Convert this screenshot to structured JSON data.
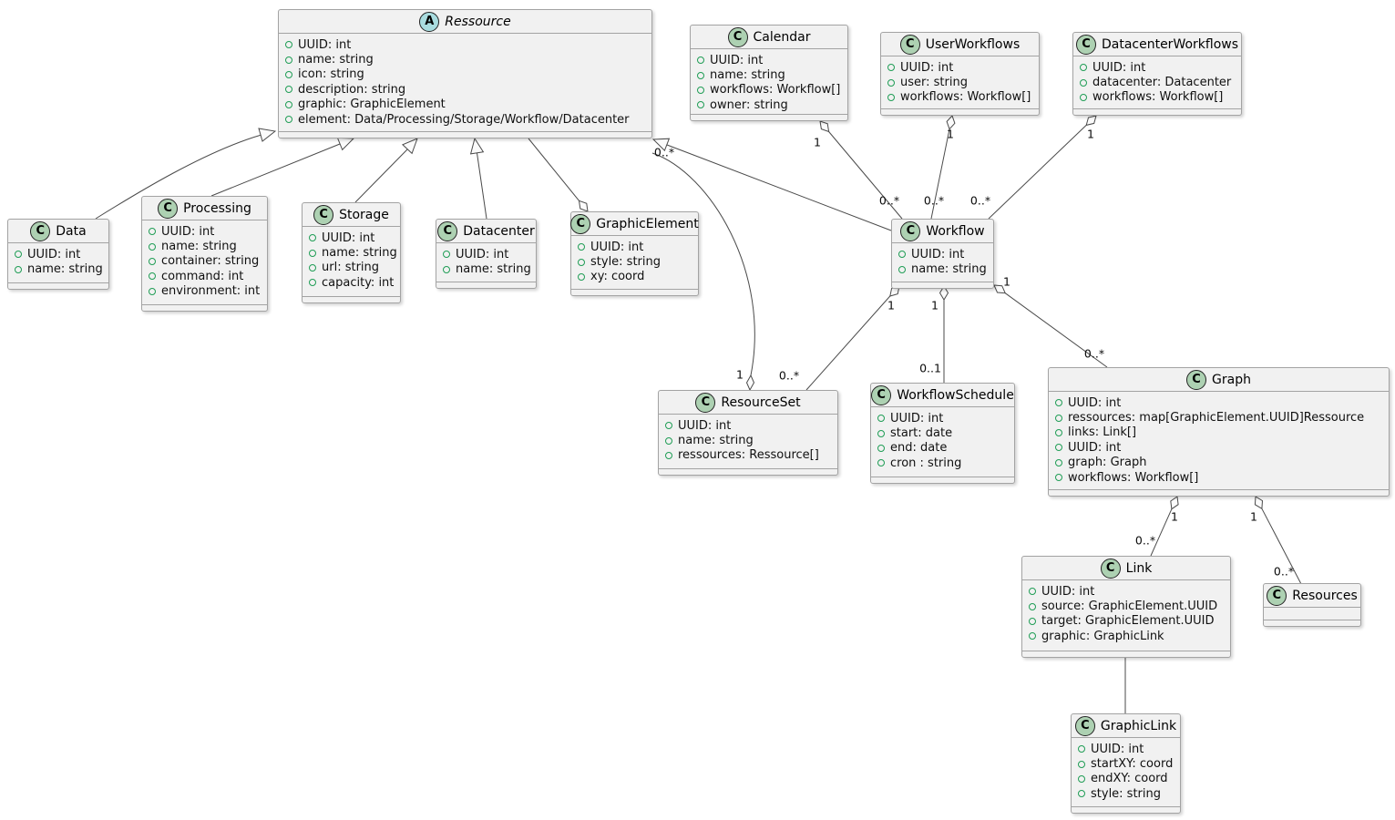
{
  "diagram_type": "uml-class-diagram",
  "classes": [
    {
      "id": "ressource",
      "stereotype": "A",
      "name": "Ressource",
      "attributes": [
        "UUID: int",
        "name: string",
        "icon: string",
        "description: string",
        "graphic: GraphicElement",
        "element: Data/Processing/Storage/Workflow/Datacenter"
      ]
    },
    {
      "id": "calendar",
      "stereotype": "C",
      "name": "Calendar",
      "attributes": [
        "UUID: int",
        "name: string",
        "workflows: Workflow[]",
        "owner: string"
      ]
    },
    {
      "id": "user-workflows",
      "stereotype": "C",
      "name": "UserWorkflows",
      "attributes": [
        "UUID: int",
        "user: string",
        "workflows: Workflow[]"
      ]
    },
    {
      "id": "datacenter-workflows",
      "stereotype": "C",
      "name": "DatacenterWorkflows",
      "attributes": [
        "UUID: int",
        "datacenter: Datacenter",
        "workflows: Workflow[]"
      ]
    },
    {
      "id": "data",
      "stereotype": "C",
      "name": "Data",
      "attributes": [
        "UUID: int",
        "name: string"
      ]
    },
    {
      "id": "processing",
      "stereotype": "C",
      "name": "Processing",
      "attributes": [
        "UUID: int",
        "name: string",
        "container: string",
        "command: int",
        "environment: int"
      ]
    },
    {
      "id": "storage",
      "stereotype": "C",
      "name": "Storage",
      "attributes": [
        "UUID: int",
        "name: string",
        "url: string",
        "capacity: int"
      ]
    },
    {
      "id": "datacenter",
      "stereotype": "C",
      "name": "Datacenter",
      "attributes": [
        "UUID: int",
        "name: string"
      ]
    },
    {
      "id": "graphic-element",
      "stereotype": "C",
      "name": "GraphicElement",
      "attributes": [
        "UUID: int",
        "style: string",
        "xy: coord"
      ]
    },
    {
      "id": "workflow",
      "stereotype": "C",
      "name": "Workflow",
      "attributes": [
        "UUID: int",
        "name: string"
      ]
    },
    {
      "id": "resource-set",
      "stereotype": "C",
      "name": "ResourceSet",
      "attributes": [
        "UUID: int",
        "name: string",
        "ressources: Ressource[]"
      ]
    },
    {
      "id": "workflow-schedule",
      "stereotype": "C",
      "name": "WorkflowSchedule",
      "attributes": [
        "UUID: int",
        "start: date",
        "end: date",
        "cron : string"
      ]
    },
    {
      "id": "graph",
      "stereotype": "C",
      "name": "Graph",
      "attributes": [
        "UUID: int",
        "ressources: map[GraphicElement.UUID]Ressource",
        "links: Link[]",
        "UUID: int",
        "graph: Graph",
        "workflows: Workflow[]"
      ]
    },
    {
      "id": "link",
      "stereotype": "C",
      "name": "Link",
      "attributes": [
        "UUID: int",
        "source: GraphicElement.UUID",
        "target: GraphicElement.UUID",
        "graphic: GraphicLink"
      ]
    },
    {
      "id": "resources",
      "stereotype": "C",
      "name": "Resources",
      "attributes": []
    },
    {
      "id": "graphic-link",
      "stereotype": "C",
      "name": "GraphicLink",
      "attributes": [
        "UUID: int",
        "startXY: coord",
        "endXY: coord",
        "style: string"
      ]
    }
  ],
  "multiplicity_labels": [
    {
      "text": "1"
    },
    {
      "text": "0..*"
    },
    {
      "text": "1"
    },
    {
      "text": "0..*"
    },
    {
      "text": "1"
    },
    {
      "text": "0..*"
    },
    {
      "text": "0..*"
    },
    {
      "text": "1"
    },
    {
      "text": "0..*"
    },
    {
      "text": "1"
    },
    {
      "text": "1"
    },
    {
      "text": "0..1"
    },
    {
      "text": "1"
    },
    {
      "text": "0..*"
    },
    {
      "text": "1"
    },
    {
      "text": "0..*"
    },
    {
      "text": "1"
    },
    {
      "text": "0..*"
    }
  ],
  "relationships": [
    {
      "from": "Data",
      "to": "Ressource",
      "type": "generalization"
    },
    {
      "from": "Processing",
      "to": "Ressource",
      "type": "generalization"
    },
    {
      "from": "Storage",
      "to": "Ressource",
      "type": "generalization"
    },
    {
      "from": "Datacenter",
      "to": "Ressource",
      "type": "generalization"
    },
    {
      "from": "Workflow",
      "to": "Ressource",
      "type": "generalization"
    },
    {
      "from": "GraphicElement",
      "to": "Ressource",
      "type": "aggregation",
      "diamond_end": "GraphicElement"
    },
    {
      "from": "Calendar",
      "to": "Workflow",
      "type": "aggregation",
      "diamond_end": "Calendar",
      "whole": "1",
      "part": "0..*"
    },
    {
      "from": "UserWorkflows",
      "to": "Workflow",
      "type": "aggregation",
      "diamond_end": "UserWorkflows",
      "whole": "1",
      "part": "0..*"
    },
    {
      "from": "DatacenterWorkflows",
      "to": "Workflow",
      "type": "aggregation",
      "diamond_end": "DatacenterWorkflows",
      "whole": "1",
      "part": "0..*"
    },
    {
      "from": "ResourceSet",
      "to": "Ressource",
      "type": "aggregation",
      "diamond_end": "ResourceSet",
      "whole": "1",
      "part": "0..*"
    },
    {
      "from": "Workflow",
      "to": "ResourceSet",
      "type": "aggregation",
      "diamond_end": "Workflow",
      "whole": "1",
      "part": "0..*"
    },
    {
      "from": "Workflow",
      "to": "WorkflowSchedule",
      "type": "aggregation",
      "diamond_end": "Workflow",
      "whole": "1",
      "part": "0..1"
    },
    {
      "from": "Workflow",
      "to": "Graph",
      "type": "aggregation",
      "diamond_end": "Workflow",
      "whole": "1",
      "part": "0..*"
    },
    {
      "from": "Graph",
      "to": "Link",
      "type": "aggregation",
      "diamond_end": "Graph",
      "whole": "1",
      "part": "0..*"
    },
    {
      "from": "Graph",
      "to": "Resources",
      "type": "aggregation",
      "diamond_end": "Graph",
      "whole": "1",
      "part": "0..*"
    },
    {
      "from": "Link",
      "to": "GraphicLink",
      "type": "association"
    }
  ]
}
